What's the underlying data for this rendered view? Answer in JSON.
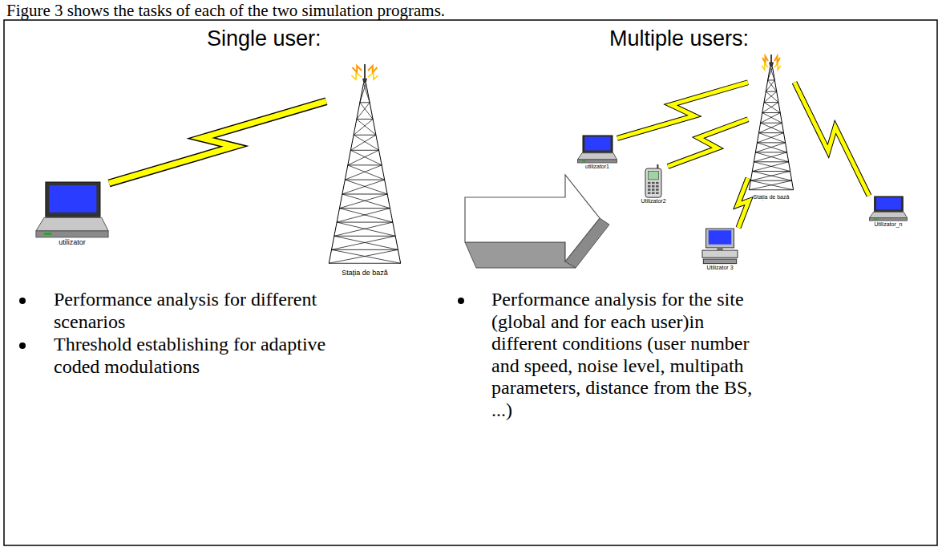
{
  "diagram": {
    "nodes": [
      {
        "text": [
          "utilizator"
        ]
      },
      {
        "text": [
          "Stația de bază"
        ]
      },
      {
        "text": [
          "utilizator1"
        ]
      },
      {
        "text": [
          "Utilizator2"
        ]
      },
      {
        "text": [
          "Utilizator 3"
        ]
      },
      {
        "text": [
          "Utilizator_n"
        ]
      },
      {
        "text": [
          "Stația de bază"
        ]
      }
    ],
    "edges": [
      {
        "from": 0,
        "to": 1,
        "arrow": "none"
      },
      {
        "from": 2,
        "to": 6,
        "arrow": "none"
      },
      {
        "from": 3,
        "to": 6,
        "arrow": "none"
      },
      {
        "from": 4,
        "to": 6,
        "arrow": "none"
      },
      {
        "from": 5,
        "to": 6,
        "arrow": "none"
      }
    ],
    "labels": [
      "Figure 3 shows the tasks of each of the two simulation programs.",
      "Single user:",
      "Multiple users:",
      "Performance analysis for different scenarios",
      "Threshold establishing for adaptive coded modulations",
      "Performance analysis for the site (global and for each user)in different conditions (user number and speed, noise level, multipath parameters, distance from the BS, ...)"
    ]
  }
}
